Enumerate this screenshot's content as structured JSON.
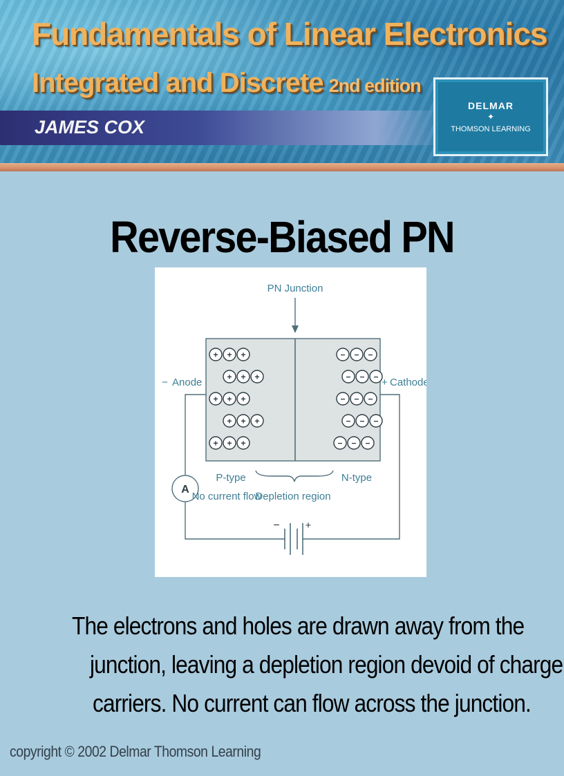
{
  "banner": {
    "title": "Fundamentals of Linear Electronics",
    "subtitle": "Integrated and Discrete",
    "edition": "2nd edition",
    "author": "JAMES COX",
    "publisher_line_1": "DELMAR",
    "publisher_line_2": "THOMSON LEARNING"
  },
  "slide": {
    "title": "Reverse-Biased PN Junction"
  },
  "diagram": {
    "pn_junction_label": "PN Junction",
    "anode_sign": "−",
    "anode_label": "Anode",
    "cathode_sign": "+",
    "cathode_label": "Cathode",
    "p_type_label": "P-type",
    "n_type_label": "N-type",
    "no_current_label": "No current flow",
    "depletion_label": "Depletion region",
    "ammeter_label": "A",
    "battery_minus": "−",
    "battery_plus": "+",
    "hole_symbol": "+",
    "electron_symbol": "−"
  },
  "caption": {
    "line_1": "The electrons and holes are drawn away from the",
    "line_2": "junction, leaving a depletion region devoid of charge",
    "line_3": "carriers. No current can flow across the junction."
  },
  "footer": {
    "copyright": "copyright © 2002 Delmar Thomson Learning"
  },
  "colors": {
    "background": "#a9cbde",
    "banner_title": "#f0b25c",
    "author_bar": "#2d2f73",
    "diagram_line": "#4f6f7a",
    "diagram_text": "#3e7f96",
    "semiconductor_fill": "#dde2e2"
  }
}
